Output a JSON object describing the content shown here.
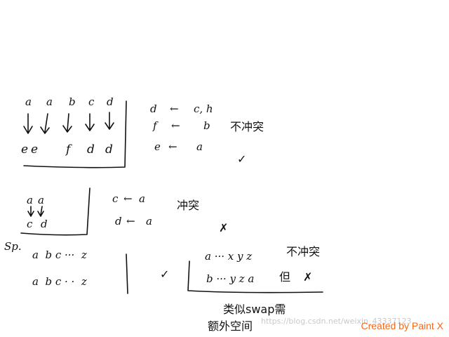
{
  "block1": {
    "row_top": [
      "a",
      "a",
      "b",
      "c",
      "d"
    ],
    "row_bottom": [
      "e",
      "e",
      "f",
      "d",
      "d"
    ],
    "mappings": [
      {
        "left": "d",
        "arrow": "←",
        "right": "c, h"
      },
      {
        "left": "f",
        "arrow": "←",
        "right": "b"
      },
      {
        "left": "e",
        "arrow": "←",
        "right": "a"
      }
    ],
    "verdict_text": "不冲突",
    "verdict_mark": "✓"
  },
  "block2": {
    "row_top": [
      "a",
      "a"
    ],
    "row_bottom": [
      "c",
      "d"
    ],
    "mappings": [
      {
        "left": "c",
        "arrow": "←",
        "right": "a"
      },
      {
        "left": "d",
        "arrow": "←",
        "right": "a"
      }
    ],
    "verdict_text": "冲突",
    "verdict_mark": "✗"
  },
  "block3": {
    "label": "Sp.",
    "row_top": "a  b c ···  z",
    "row_bottom": "a  b c · ·  z",
    "mark": "✓",
    "right_top": "a ··· x y z",
    "right_top_note": "不冲突",
    "right_bottom": "b ··· y z a",
    "right_bottom_note": "但",
    "right_bottom_mark": "✗",
    "note_line1": "类似swap需",
    "note_line2": "额外空间"
  },
  "footer": {
    "watermark": "https://blog.csdn.net/weixin_43337123",
    "brand": "Created by Paint X"
  }
}
